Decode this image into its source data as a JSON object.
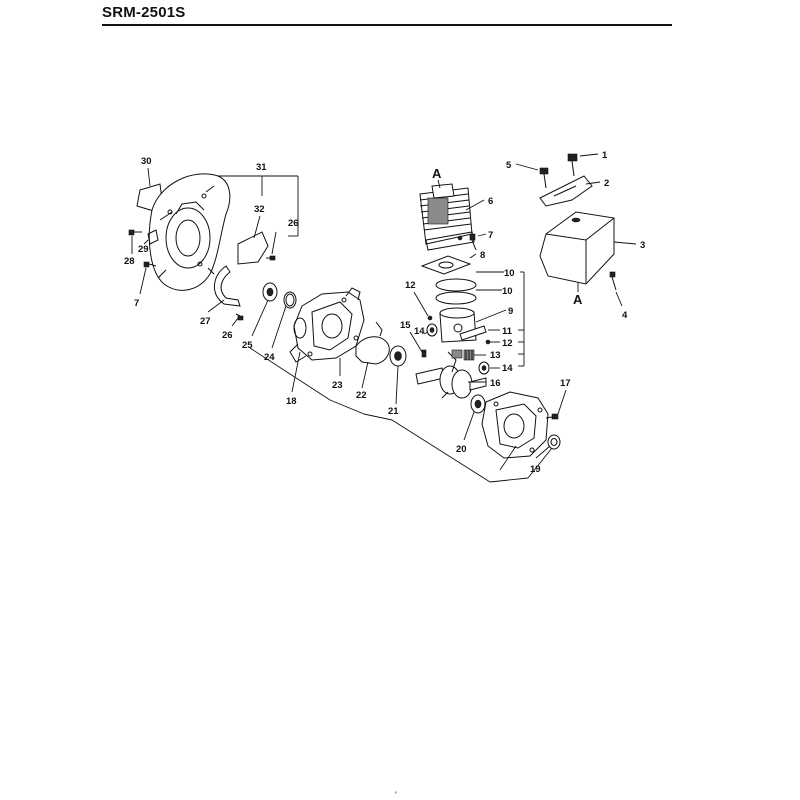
{
  "header": {
    "model": "SRM-2501S"
  },
  "callouts": {
    "c1": "1",
    "c2": "2",
    "c3": "3",
    "c4": "4",
    "c5": "5",
    "c6": "6",
    "c7a": "7",
    "c7b": "7",
    "c8": "8",
    "c9": "9",
    "c10a": "10",
    "c10b": "10",
    "c11": "11",
    "c12a": "12",
    "c12b": "12",
    "c13": "13",
    "c14a": "14",
    "c14b": "14",
    "c15": "15",
    "c16": "16",
    "c17": "17",
    "c18": "18",
    "c19": "19",
    "c20": "20",
    "c21": "21",
    "c22": "22",
    "c23": "23",
    "c24": "24",
    "c25": "25",
    "c26a": "26",
    "c26b": "26",
    "c27": "27",
    "c28": "28",
    "c29": "29",
    "c30": "30",
    "c31": "31",
    "c32": "32",
    "refA1": "A",
    "refA2": "A"
  },
  "footer": {
    "page_mark": "'"
  }
}
